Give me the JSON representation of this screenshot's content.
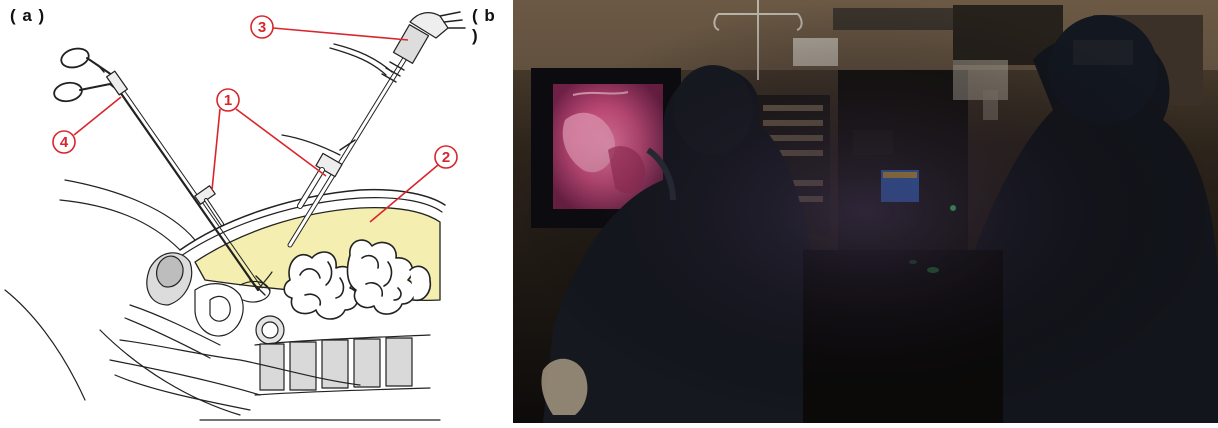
{
  "panel_a": {
    "label": "( a )",
    "callouts": [
      "1",
      "2",
      "3",
      "4"
    ]
  },
  "panel_b": {
    "label": "( b )"
  },
  "colors": {
    "callout": "#d8262c",
    "abdomen_fill": "#f4efb0",
    "line": "#222222",
    "monitor_tissue": "#d94a7a",
    "room_dark": "#1a1410"
  }
}
